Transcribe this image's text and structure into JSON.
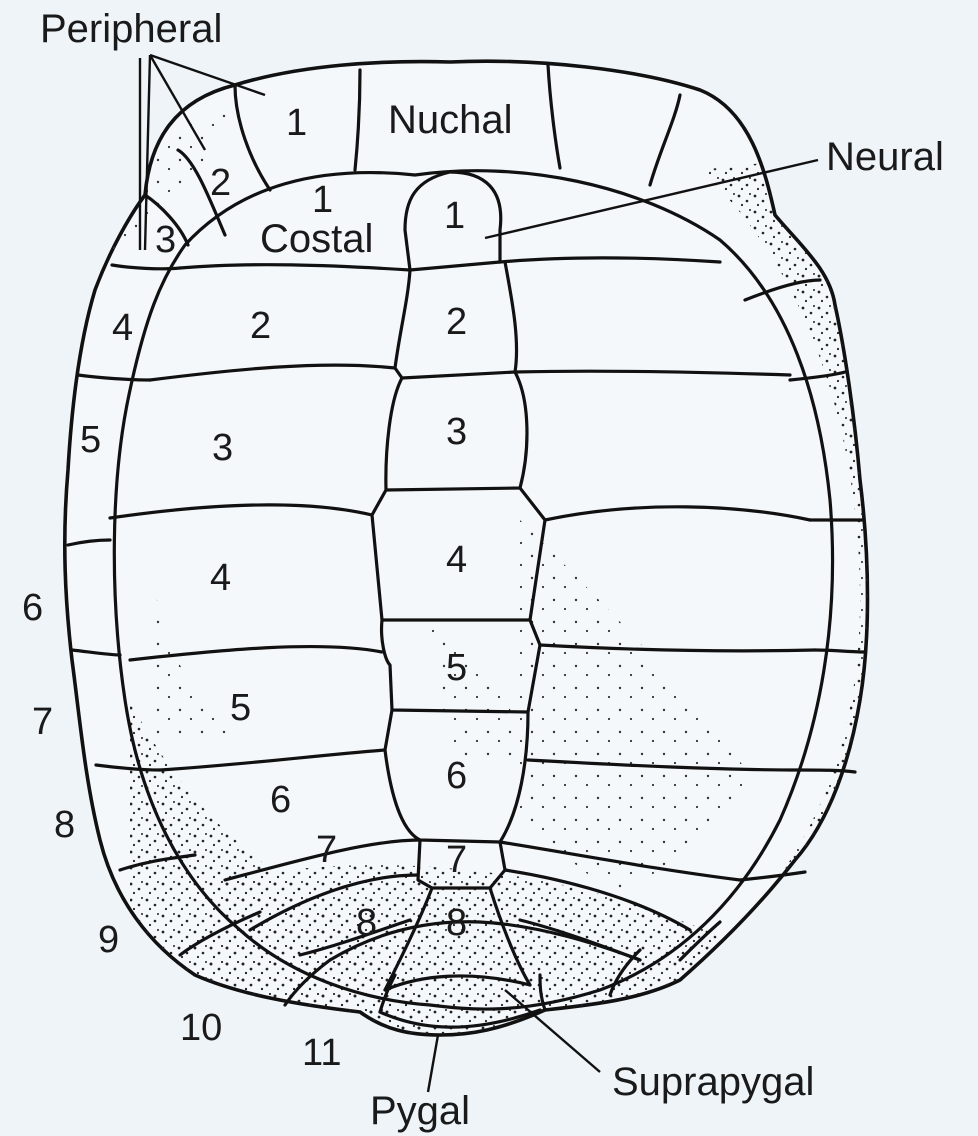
{
  "labels": {
    "peripheral": "Peripheral",
    "nuchal": "Nuchal",
    "neural": "Neural",
    "costal": "Costal",
    "suprapygal": "Suprapygal",
    "pygal": "Pygal"
  },
  "peripheral_numbers": [
    "1",
    "2",
    "3",
    "4",
    "5",
    "6",
    "7",
    "8",
    "9",
    "10",
    "11"
  ],
  "costal_numbers": [
    "1",
    "2",
    "3",
    "4",
    "5",
    "6",
    "7",
    "8"
  ],
  "neural_numbers": [
    "1",
    "2",
    "3",
    "4",
    "5",
    "6",
    "7",
    "8"
  ],
  "colors": {
    "background": "#eef4f8",
    "ink": "#111111",
    "stipple": "#222222"
  }
}
